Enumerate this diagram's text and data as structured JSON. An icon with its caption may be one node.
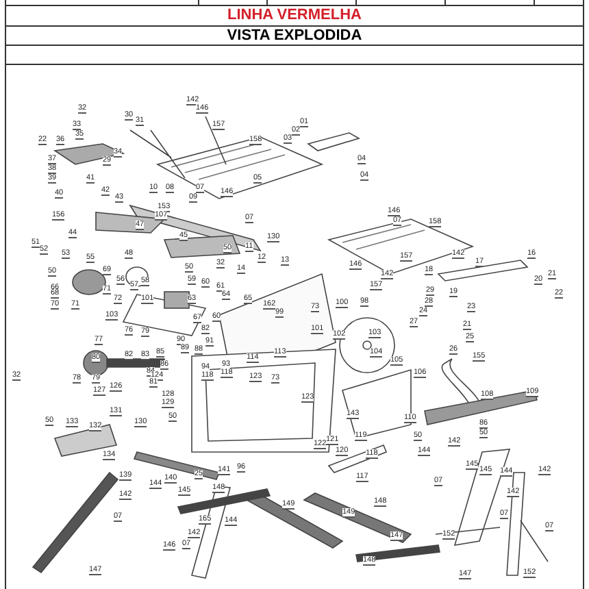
{
  "diagram": {
    "title": "VISTA EXPLODIDA",
    "labels": [
      "LINHA VERMELHA",
      "32",
      "30",
      "31",
      "33",
      "35",
      "22",
      "36",
      "34",
      "29",
      "37",
      "38",
      "39",
      "41",
      "40",
      "42",
      "43",
      "142",
      "146",
      "157",
      "158",
      "03",
      "01",
      "02",
      "04",
      "04",
      "05",
      "08",
      "10",
      "07",
      "146",
      "09",
      "153",
      "107",
      "156",
      "44",
      "47",
      "45",
      "07",
      "146",
      "07",
      "158",
      "50",
      "11",
      "130",
      "51",
      "52",
      "53",
      "55",
      "48",
      "12",
      "13",
      "146",
      "157",
      "142",
      "16",
      "17",
      "142",
      "157",
      "18",
      "20",
      "21",
      "22",
      "29",
      "19",
      "28",
      "23",
      "24",
      "21",
      "27",
      "25",
      "26",
      "50",
      "32",
      "14",
      "50",
      "69",
      "56",
      "57",
      "58",
      "59",
      "60",
      "61",
      "66",
      "68",
      "71",
      "70",
      "71",
      "72",
      "101",
      "64",
      "65",
      "162",
      "63",
      "100",
      "73",
      "98",
      "103",
      "67",
      "60",
      "99",
      "101",
      "102",
      "103",
      "82",
      "76",
      "79",
      "77",
      "91",
      "90",
      "89",
      "88",
      "85",
      "80",
      "82",
      "83",
      "114",
      "113",
      "104",
      "105",
      "155",
      "86",
      "84",
      "94",
      "93",
      "124",
      "81",
      "118",
      "118",
      "123",
      "78",
      "79",
      "32",
      "106",
      "127",
      "126",
      "73",
      "109",
      "108",
      "128",
      "123",
      "129",
      "131",
      "143",
      "110",
      "50",
      "133",
      "132",
      "130",
      "50",
      "86",
      "50",
      "50",
      "122",
      "121",
      "120",
      "119",
      "118",
      "117",
      "142",
      "144",
      "145",
      "134",
      "139",
      "140",
      "25",
      "141",
      "96",
      "145",
      "144",
      "142",
      "142",
      "07",
      "144",
      "145",
      "142",
      "148",
      "148",
      "149",
      "149",
      "07",
      "165",
      "144",
      "07",
      "07",
      "142",
      "152",
      "147",
      "07",
      "146",
      "148",
      "147",
      "152",
      "147"
    ]
  }
}
